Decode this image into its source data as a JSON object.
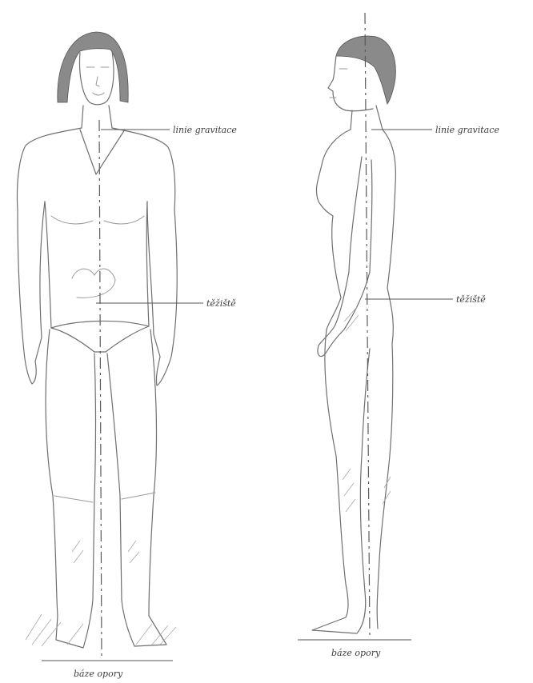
{
  "front_figure": {
    "line_of_gravity_label": "linie gravitace",
    "center_of_gravity_label": "těžiště",
    "base_of_support_label": "báze opory"
  },
  "side_figure": {
    "line_of_gravity_label": "linie gravitace",
    "center_of_gravity_label": "těžiště",
    "base_of_support_label": "báze opory"
  }
}
